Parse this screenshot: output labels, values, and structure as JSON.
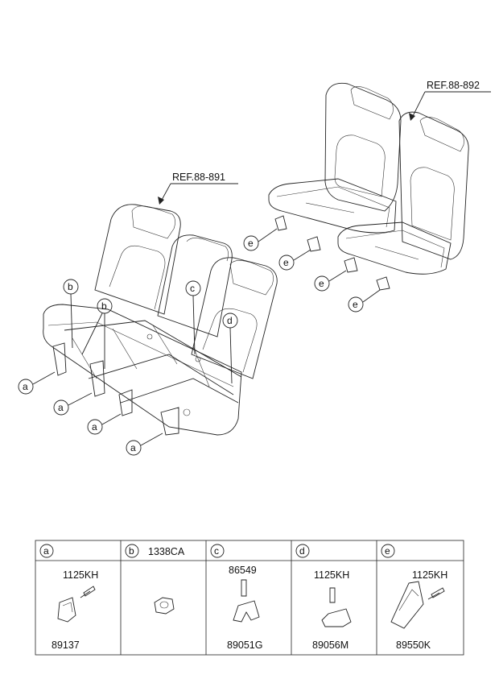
{
  "references": {
    "front_seat": "REF.88-891",
    "rear_seat": "REF.88-892"
  },
  "callouts": {
    "a": "a",
    "b": "b",
    "c": "c",
    "d": "d",
    "e": "e"
  },
  "legend": {
    "cells": [
      {
        "letter": "a",
        "header_part": "",
        "parts": [
          "1125KH",
          "89137"
        ]
      },
      {
        "letter": "b",
        "header_part": "1338CA",
        "parts": []
      },
      {
        "letter": "c",
        "header_part": "",
        "parts": [
          "86549",
          "89051G"
        ]
      },
      {
        "letter": "d",
        "header_part": "",
        "parts": [
          "1125KH",
          "89056M"
        ]
      },
      {
        "letter": "e",
        "header_part": "",
        "parts": [
          "1125KH",
          "89550K"
        ]
      }
    ]
  }
}
